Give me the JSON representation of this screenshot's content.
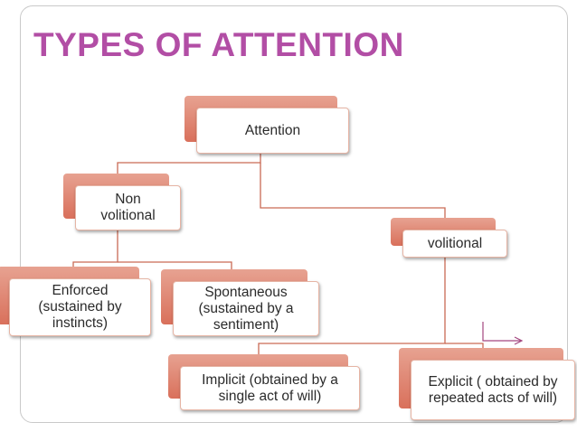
{
  "slide": {
    "title": "TYPES OF ATTENTION"
  },
  "diagram": {
    "nodes": {
      "attention": "Attention",
      "non_volitional": "Non\nvolitional",
      "volitional": "volitional",
      "enforced": "Enforced\n(sustained by\ninstincts)",
      "spontaneous": "Spontaneous\n(sustained by a\nsentiment)",
      "implicit": "Implicit (obtained by a\nsingle act of will)",
      "explicit": "Explicit ( obtained by\nrepeated acts of will)"
    }
  },
  "colors": {
    "title": "#b24ea5",
    "node_tab": "#d9705b",
    "connector": "#c96a55",
    "arrow": "#a3467f"
  }
}
